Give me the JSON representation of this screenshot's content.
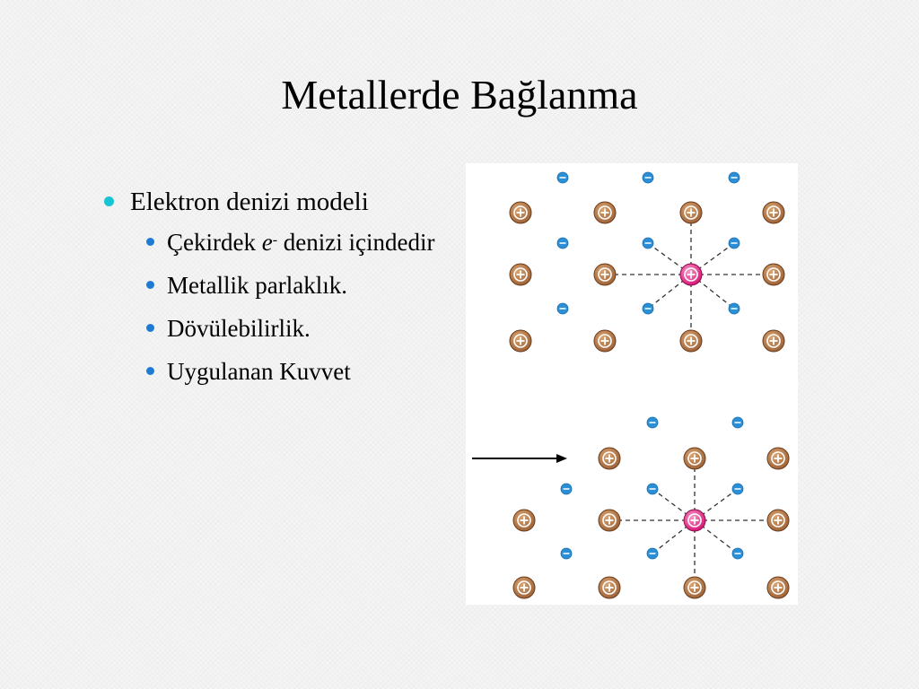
{
  "slide": {
    "title": "Metallerde Bağlanma",
    "bullets": {
      "main": "Elektron denizi modeli",
      "sub1_prefix": "Çekirdek ",
      "sub1_e": "e",
      "sub1_sup": "-",
      "sub1_suffix": " denizi içindedir",
      "sub2": "Metallik parlaklık.",
      "sub3": "Dövülebilirlik.",
      "sub4": "Uygulanan Kuvvet"
    }
  },
  "diagram": {
    "cation_symbol": "+",
    "electron_symbol": "−",
    "colors": {
      "cation_fill": "#a0653a",
      "cation_center": "#d9a36f",
      "highlight_fill": "#d9197a",
      "highlight_center": "#f59ac6",
      "electron_fill": "#2b8fd8",
      "dashed_line": "#333333",
      "arrow": "#000000"
    }
  }
}
